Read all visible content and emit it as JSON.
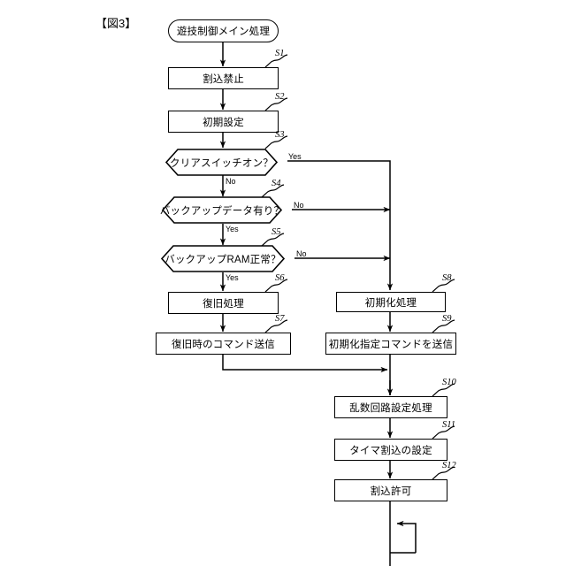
{
  "figure": {
    "title": "【図3】",
    "caption_label": "figure-3"
  },
  "flowchart": {
    "type": "flowchart",
    "orientation": "top-to-bottom",
    "nodes": [
      {
        "id": "start",
        "shape": "terminator",
        "step": "",
        "label": "遊技制御メイン処理"
      },
      {
        "id": "s1",
        "shape": "process",
        "step": "S1",
        "label": "割込禁止"
      },
      {
        "id": "s2",
        "shape": "process",
        "step": "S2",
        "label": "初期設定"
      },
      {
        "id": "s3",
        "shape": "decision",
        "step": "S3",
        "label": "クリアスイッチオン？"
      },
      {
        "id": "s4",
        "shape": "decision",
        "step": "S4",
        "label": "バックアップデータ有り？"
      },
      {
        "id": "s5",
        "shape": "decision",
        "step": "S5",
        "label": "バックアップRAM正常？"
      },
      {
        "id": "s6",
        "shape": "process",
        "step": "S6",
        "label": "復旧処理"
      },
      {
        "id": "s7",
        "shape": "process",
        "step": "S7",
        "label": "復旧時のコマンド送信"
      },
      {
        "id": "s8",
        "shape": "process",
        "step": "S8",
        "label": "初期化処理"
      },
      {
        "id": "s9",
        "shape": "process",
        "step": "S9",
        "label": "初期化指定コマンドを送信"
      },
      {
        "id": "s10",
        "shape": "process",
        "step": "S10",
        "label": "乱数回路設定処理"
      },
      {
        "id": "s11",
        "shape": "process",
        "step": "S11",
        "label": "タイマ割込の設定"
      },
      {
        "id": "s12",
        "shape": "process",
        "step": "S12",
        "label": "割込許可"
      }
    ],
    "edge_labels": [
      {
        "id": "s3-yes",
        "from": "s3",
        "text": "Yes"
      },
      {
        "id": "s3-no",
        "from": "s3",
        "text": "No"
      },
      {
        "id": "s4-no",
        "from": "s4",
        "text": "No"
      },
      {
        "id": "s4-yes",
        "from": "s4",
        "text": "Yes"
      },
      {
        "id": "s5-no",
        "from": "s5",
        "text": "No"
      },
      {
        "id": "s5-yes",
        "from": "s5",
        "text": "Yes"
      }
    ],
    "colors": {
      "stroke": "#000000",
      "fill": "#ffffff",
      "text": "#000000"
    }
  }
}
